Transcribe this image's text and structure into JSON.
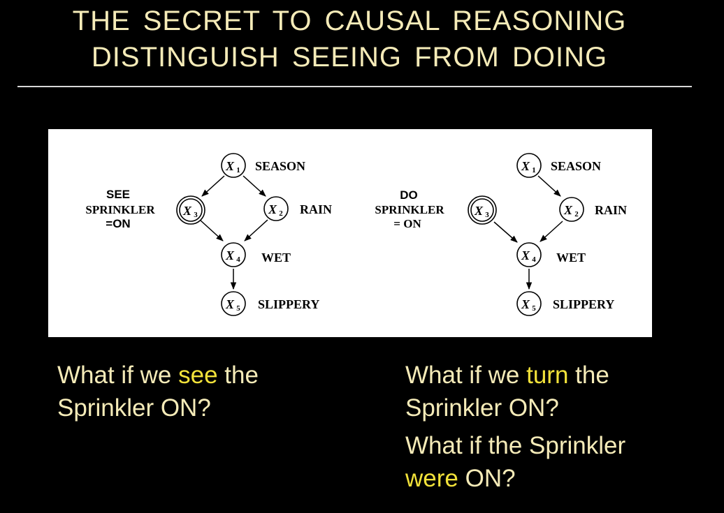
{
  "title": {
    "line1": "THE SECRET TO CAUSAL REASONING",
    "line2": "DISTINGUISH SEEING FROM DOING"
  },
  "diagram": {
    "left": {
      "nodes": {
        "x1": {
          "var": "X",
          "sub": "1",
          "label": "SEASON"
        },
        "x2": {
          "var": "X",
          "sub": "2",
          "label": "RAIN"
        },
        "x3": {
          "var": "X",
          "sub": "3"
        },
        "x4": {
          "var": "X",
          "sub": "4",
          "label": "WET"
        },
        "x5": {
          "var": "X",
          "sub": "5",
          "label": "SLIPPERY"
        }
      },
      "side_label": [
        "SEE",
        "SPRINKLER",
        "=ON"
      ]
    },
    "right": {
      "nodes": {
        "x1": {
          "var": "X",
          "sub": "1",
          "label": "SEASON"
        },
        "x2": {
          "var": "X",
          "sub": "2",
          "label": "RAIN"
        },
        "x3": {
          "var": "X",
          "sub": "3"
        },
        "x4": {
          "var": "X",
          "sub": "4",
          "label": "WET"
        },
        "x5": {
          "var": "X",
          "sub": "5",
          "label": "SLIPPERY"
        }
      },
      "side_label": [
        "DO",
        "SPRINKLER",
        "= ON"
      ]
    }
  },
  "questions": {
    "left": {
      "a": "What if we ",
      "hl": "see",
      "b": " the",
      "c": "Sprinkler ON?"
    },
    "right1": {
      "a": "What if we ",
      "hl": "turn",
      "b": " the",
      "c": "Sprinkler ON?"
    },
    "right2": {
      "a": "What if the Sprinkler",
      "hl": "were",
      "b": " ON?"
    }
  },
  "colors": {
    "background": "#000000",
    "text": "#f5ebb8",
    "highlight": "#f2e23a"
  }
}
